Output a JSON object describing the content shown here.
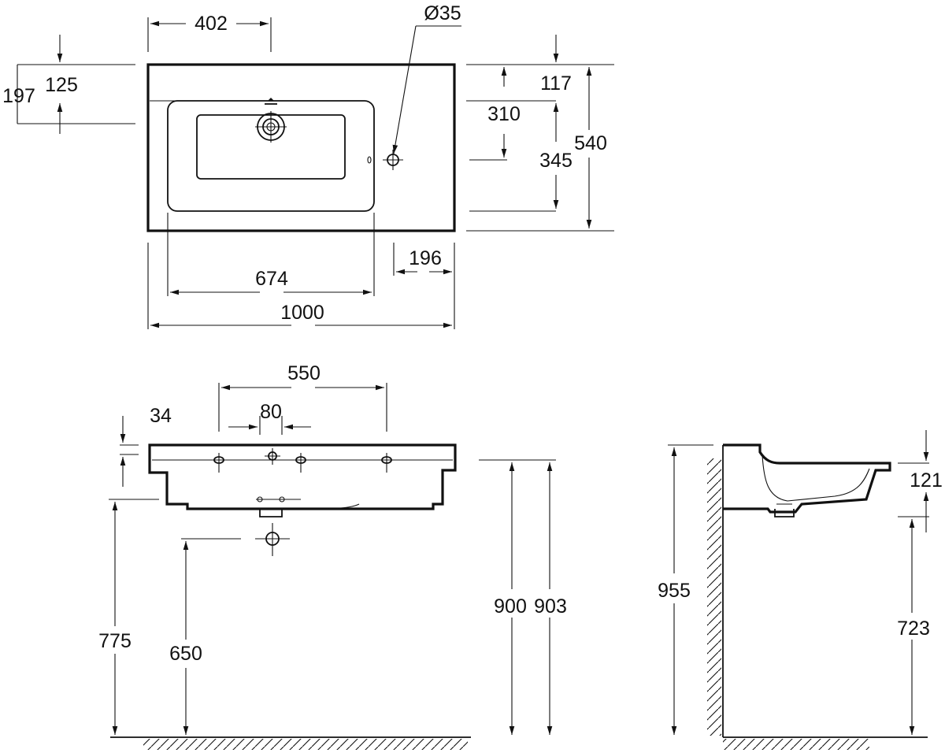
{
  "top_view": {
    "dims": {
      "d402": "402",
      "d35": "Ø35",
      "d125": "125",
      "d197": "197",
      "d117": "117",
      "d310": "310",
      "d345": "345",
      "d540": "540",
      "d196": "196",
      "d674": "674",
      "d1000": "1000"
    }
  },
  "front_view": {
    "dims": {
      "d550": "550",
      "d80": "80",
      "d34": "34",
      "d775": "775",
      "d650": "650",
      "d900": "900",
      "d903": "903"
    }
  },
  "side_view": {
    "dims": {
      "d955": "955",
      "d121": "121",
      "d723": "723"
    }
  },
  "colors": {
    "line": "#111111",
    "background": "#ffffff"
  }
}
